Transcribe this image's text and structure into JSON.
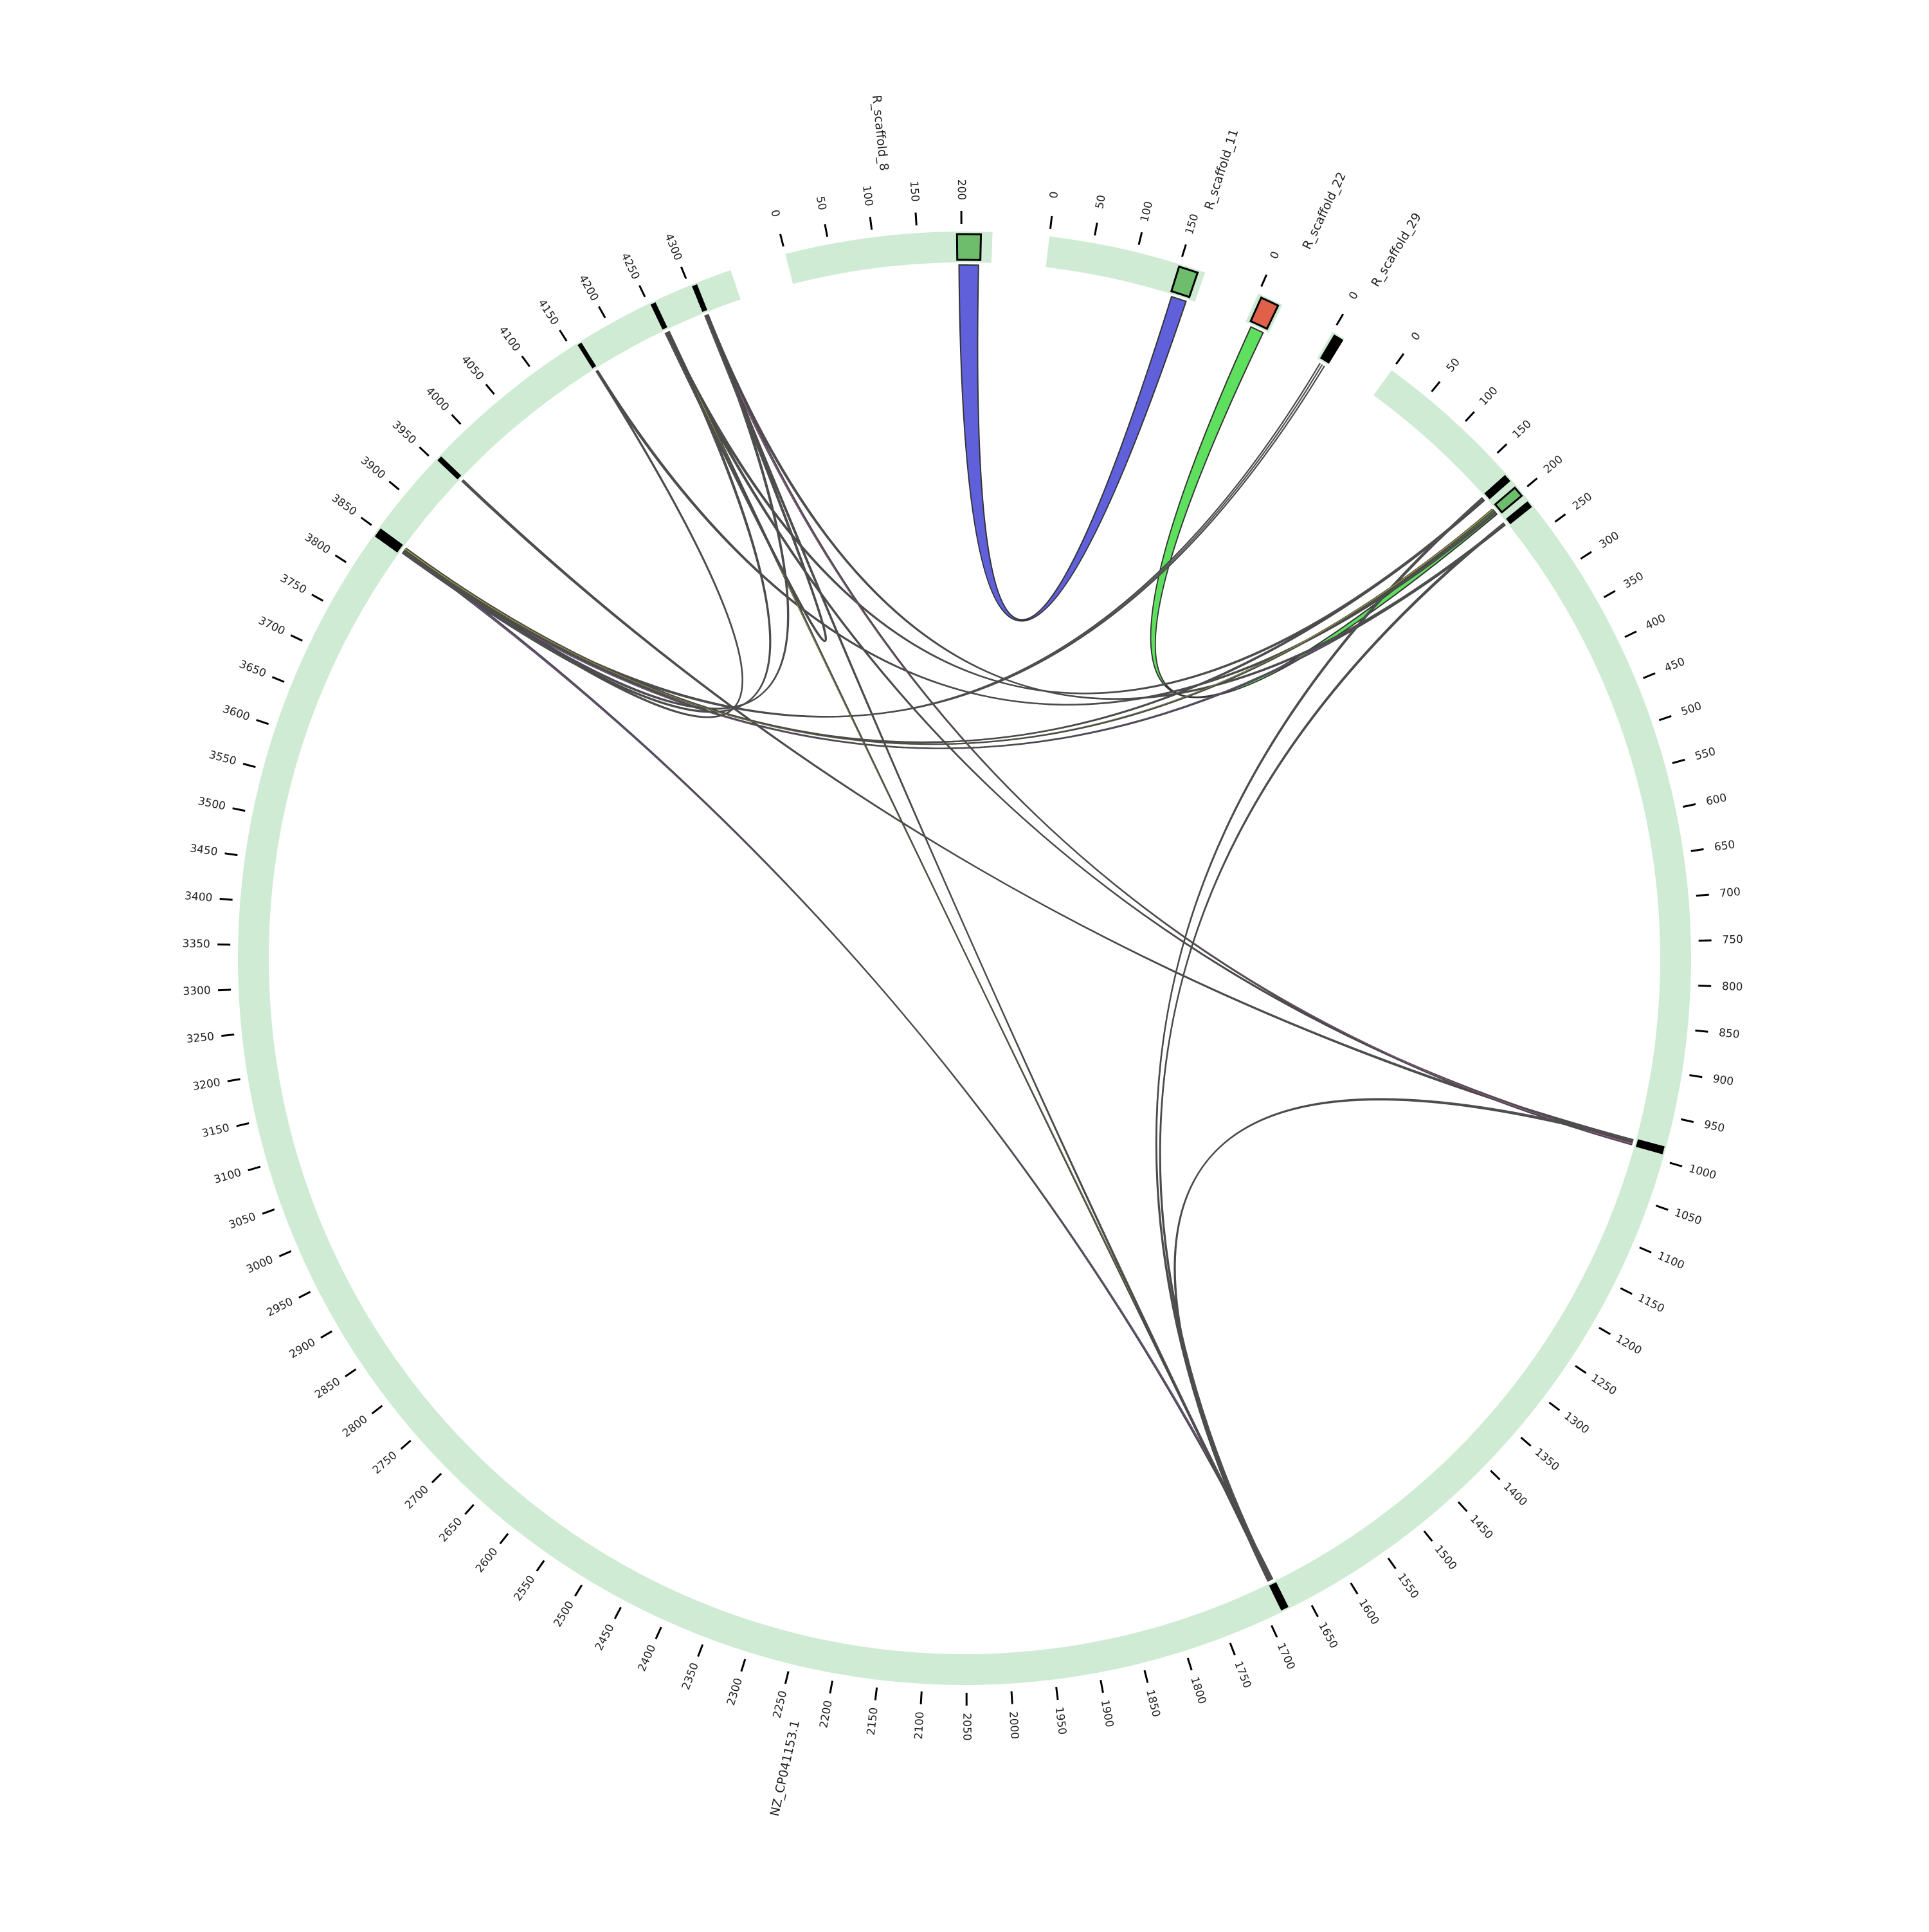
{
  "chart_data": {
    "type": "circos",
    "title": "",
    "contigs": [
      {
        "name": "NZ_CP041153.1",
        "length": 4350,
        "tick_step": 50,
        "color": "#cfebd4"
      },
      {
        "name": "R_scaffold_8",
        "length": 235,
        "tick_step": 50,
        "color": "#cfebd4"
      },
      {
        "name": "R_scaffold_11",
        "length": 180,
        "tick_step": 50,
        "color": "#cfebd4"
      },
      {
        "name": "R_scaffold_22",
        "length": 30,
        "tick_step": 50,
        "color": "#cfebd4"
      },
      {
        "name": "R_scaffold_29",
        "length": 15,
        "tick_step": 50,
        "color": "#cfebd4"
      }
    ],
    "tick_labels": {
      "NZ_CP041153.1": [
        "0",
        "50",
        "100",
        "150",
        "200",
        "250",
        "300",
        "350",
        "400",
        "450",
        "500",
        "550",
        "600",
        "650",
        "700",
        "750",
        "800",
        "850",
        "900",
        "950",
        "1000",
        "1050",
        "1100",
        "1150",
        "1200",
        "1250",
        "1300",
        "1350",
        "1400",
        "1450",
        "1500",
        "1550",
        "1600",
        "1650",
        "1700",
        "1750",
        "1800",
        "1850",
        "1900",
        "1950",
        "2000",
        "2050",
        "2100",
        "2150",
        "2200",
        "2250",
        "2300",
        "2350",
        "2400",
        "2450",
        "2500",
        "2550",
        "2600",
        "2650",
        "2700",
        "2750",
        "2800",
        "2850",
        "2900",
        "2950",
        "3000",
        "3050",
        "3100",
        "3150",
        "3200",
        "3250",
        "3300",
        "3350",
        "3400",
        "3450",
        "3500",
        "3550",
        "3600",
        "3650",
        "3700",
        "3750",
        "3800",
        "3850",
        "3900",
        "3950",
        "4000",
        "4050",
        "4100",
        "4150",
        "4200",
        "4250",
        "4300"
      ],
      "R_scaffold_8": [
        "0",
        "50",
        "100",
        "150",
        "200"
      ],
      "R_scaffold_11": [
        "0",
        "50",
        "100",
        "150"
      ],
      "R_scaffold_22": [
        "0"
      ],
      "R_scaffold_29": [
        "0"
      ]
    },
    "features": [
      {
        "contig": "NZ_CP041153.1",
        "start": 175,
        "end": 182,
        "fill": "#000000"
      },
      {
        "contig": "NZ_CP041153.1",
        "start": 192,
        "end": 204,
        "fill": "#6dbd6d"
      },
      {
        "contig": "NZ_CP041153.1",
        "start": 214,
        "end": 220,
        "fill": "#000000"
      },
      {
        "contig": "NZ_CP041153.1",
        "start": 985,
        "end": 992,
        "fill": "#000000"
      },
      {
        "contig": "NZ_CP041153.1",
        "start": 1675,
        "end": 1682,
        "fill": "#000000"
      },
      {
        "contig": "NZ_CP041153.1",
        "start": 3843,
        "end": 3852,
        "fill": "#000000"
      },
      {
        "contig": "NZ_CP041153.1",
        "start": 3954,
        "end": 3958,
        "fill": "#000000"
      },
      {
        "contig": "NZ_CP041153.1",
        "start": 4159,
        "end": 4162,
        "fill": "#000000"
      },
      {
        "contig": "NZ_CP041153.1",
        "start": 4253,
        "end": 4257,
        "fill": "#000000"
      },
      {
        "contig": "NZ_CP041153.1",
        "start": 4304,
        "end": 4308,
        "fill": "#000000"
      },
      {
        "contig": "R_scaffold_8",
        "start": 195,
        "end": 222,
        "fill": "#6dbd6d"
      },
      {
        "contig": "R_scaffold_11",
        "start": 150,
        "end": 172,
        "fill": "#6dbd6d"
      },
      {
        "contig": "R_scaffold_22",
        "start": 5,
        "end": 26,
        "fill": "#e0604a"
      },
      {
        "contig": "R_scaffold_29",
        "start": 4,
        "end": 14,
        "fill": "#000000"
      }
    ],
    "links": [
      {
        "a": {
          "contig": "R_scaffold_8",
          "start": 197,
          "end": 220
        },
        "b": {
          "contig": "R_scaffold_11",
          "start": 152,
          "end": 170
        },
        "color": "#5757d9",
        "ribbon": true
      },
      {
        "a": {
          "contig": "R_scaffold_22",
          "start": 8,
          "end": 24
        },
        "b": {
          "contig": "NZ_CP041153.1",
          "start": 195,
          "end": 202
        },
        "color": "#55dd55",
        "ribbon": true
      },
      {
        "a": {
          "contig": "R_scaffold_29",
          "start": 6,
          "end": 12
        },
        "b": {
          "contig": "NZ_CP041153.1",
          "start": 3846,
          "end": 3849
        },
        "color": "#555555"
      },
      {
        "a": {
          "contig": "NZ_CP041153.1",
          "start": 178,
          "end": 180
        },
        "b": {
          "contig": "NZ_CP041153.1",
          "start": 3848,
          "end": 3850
        },
        "color": "#555555"
      },
      {
        "a": {
          "contig": "NZ_CP041153.1",
          "start": 216,
          "end": 218
        },
        "b": {
          "contig": "NZ_CP041153.1",
          "start": 3845,
          "end": 3847
        },
        "color": "#8855aa"
      },
      {
        "a": {
          "contig": "NZ_CP041153.1",
          "start": 178,
          "end": 180
        },
        "b": {
          "contig": "NZ_CP041153.1",
          "start": 4255,
          "end": 4257
        },
        "color": "#555555"
      },
      {
        "a": {
          "contig": "NZ_CP041153.1",
          "start": 216,
          "end": 218
        },
        "b": {
          "contig": "NZ_CP041153.1",
          "start": 4306,
          "end": 4308
        },
        "color": "#555555"
      },
      {
        "a": {
          "contig": "NZ_CP041153.1",
          "start": 198,
          "end": 200
        },
        "b": {
          "contig": "NZ_CP041153.1",
          "start": 4160,
          "end": 4162
        },
        "color": "#555555"
      },
      {
        "a": {
          "contig": "NZ_CP041153.1",
          "start": 986,
          "end": 988
        },
        "b": {
          "contig": "NZ_CP041153.1",
          "start": 3955,
          "end": 3957
        },
        "color": "#555555"
      },
      {
        "a": {
          "contig": "NZ_CP041153.1",
          "start": 988,
          "end": 990
        },
        "b": {
          "contig": "NZ_CP041153.1",
          "start": 4254,
          "end": 4256
        },
        "color": "#555555"
      },
      {
        "a": {
          "contig": "NZ_CP041153.1",
          "start": 990,
          "end": 992
        },
        "b": {
          "contig": "NZ_CP041153.1",
          "start": 4305,
          "end": 4307
        },
        "color": "#aa5599"
      },
      {
        "a": {
          "contig": "NZ_CP041153.1",
          "start": 986,
          "end": 988
        },
        "b": {
          "contig": "NZ_CP041153.1",
          "start": 1677,
          "end": 1679
        },
        "color": "#555555"
      },
      {
        "a": {
          "contig": "NZ_CP041153.1",
          "start": 1676,
          "end": 1678
        },
        "b": {
          "contig": "NZ_CP041153.1",
          "start": 3847,
          "end": 3849
        },
        "color": "#8855aa"
      },
      {
        "a": {
          "contig": "NZ_CP041153.1",
          "start": 1678,
          "end": 1680
        },
        "b": {
          "contig": "NZ_CP041153.1",
          "start": 4256,
          "end": 4258
        },
        "color": "#aaaa33"
      },
      {
        "a": {
          "contig": "NZ_CP041153.1",
          "start": 1679,
          "end": 1681
        },
        "b": {
          "contig": "NZ_CP041153.1",
          "start": 4305,
          "end": 4307
        },
        "color": "#555555"
      },
      {
        "a": {
          "contig": "NZ_CP041153.1",
          "start": 1680,
          "end": 1682
        },
        "b": {
          "contig": "NZ_CP041153.1",
          "start": 176,
          "end": 178
        },
        "color": "#555555"
      },
      {
        "a": {
          "contig": "NZ_CP041153.1",
          "start": 1677,
          "end": 1679
        },
        "b": {
          "contig": "NZ_CP041153.1",
          "start": 215,
          "end": 217
        },
        "color": "#555555"
      },
      {
        "a": {
          "contig": "NZ_CP041153.1",
          "start": 4255,
          "end": 4257
        },
        "b": {
          "contig": "NZ_CP041153.1",
          "start": 3845,
          "end": 3847
        },
        "color": "#555555"
      },
      {
        "a": {
          "contig": "NZ_CP041153.1",
          "start": 4306,
          "end": 4308
        },
        "b": {
          "contig": "NZ_CP041153.1",
          "start": 3847,
          "end": 3849
        },
        "color": "#555555"
      },
      {
        "a": {
          "contig": "NZ_CP041153.1",
          "start": 4160,
          "end": 4161
        },
        "b": {
          "contig": "NZ_CP041153.1",
          "start": 3849,
          "end": 3851
        },
        "color": "#555555"
      },
      {
        "a": {
          "contig": "NZ_CP041153.1",
          "start": 4304,
          "end": 4306
        },
        "b": {
          "contig": "NZ_CP041153.1",
          "start": 4253,
          "end": 4255
        },
        "color": "#555555"
      },
      {
        "a": {
          "contig": "NZ_CP041153.1",
          "start": 3850,
          "end": 3852
        },
        "b": {
          "contig": "NZ_CP041153.1",
          "start": 194,
          "end": 196
        },
        "color": "#aaaa33"
      }
    ]
  }
}
